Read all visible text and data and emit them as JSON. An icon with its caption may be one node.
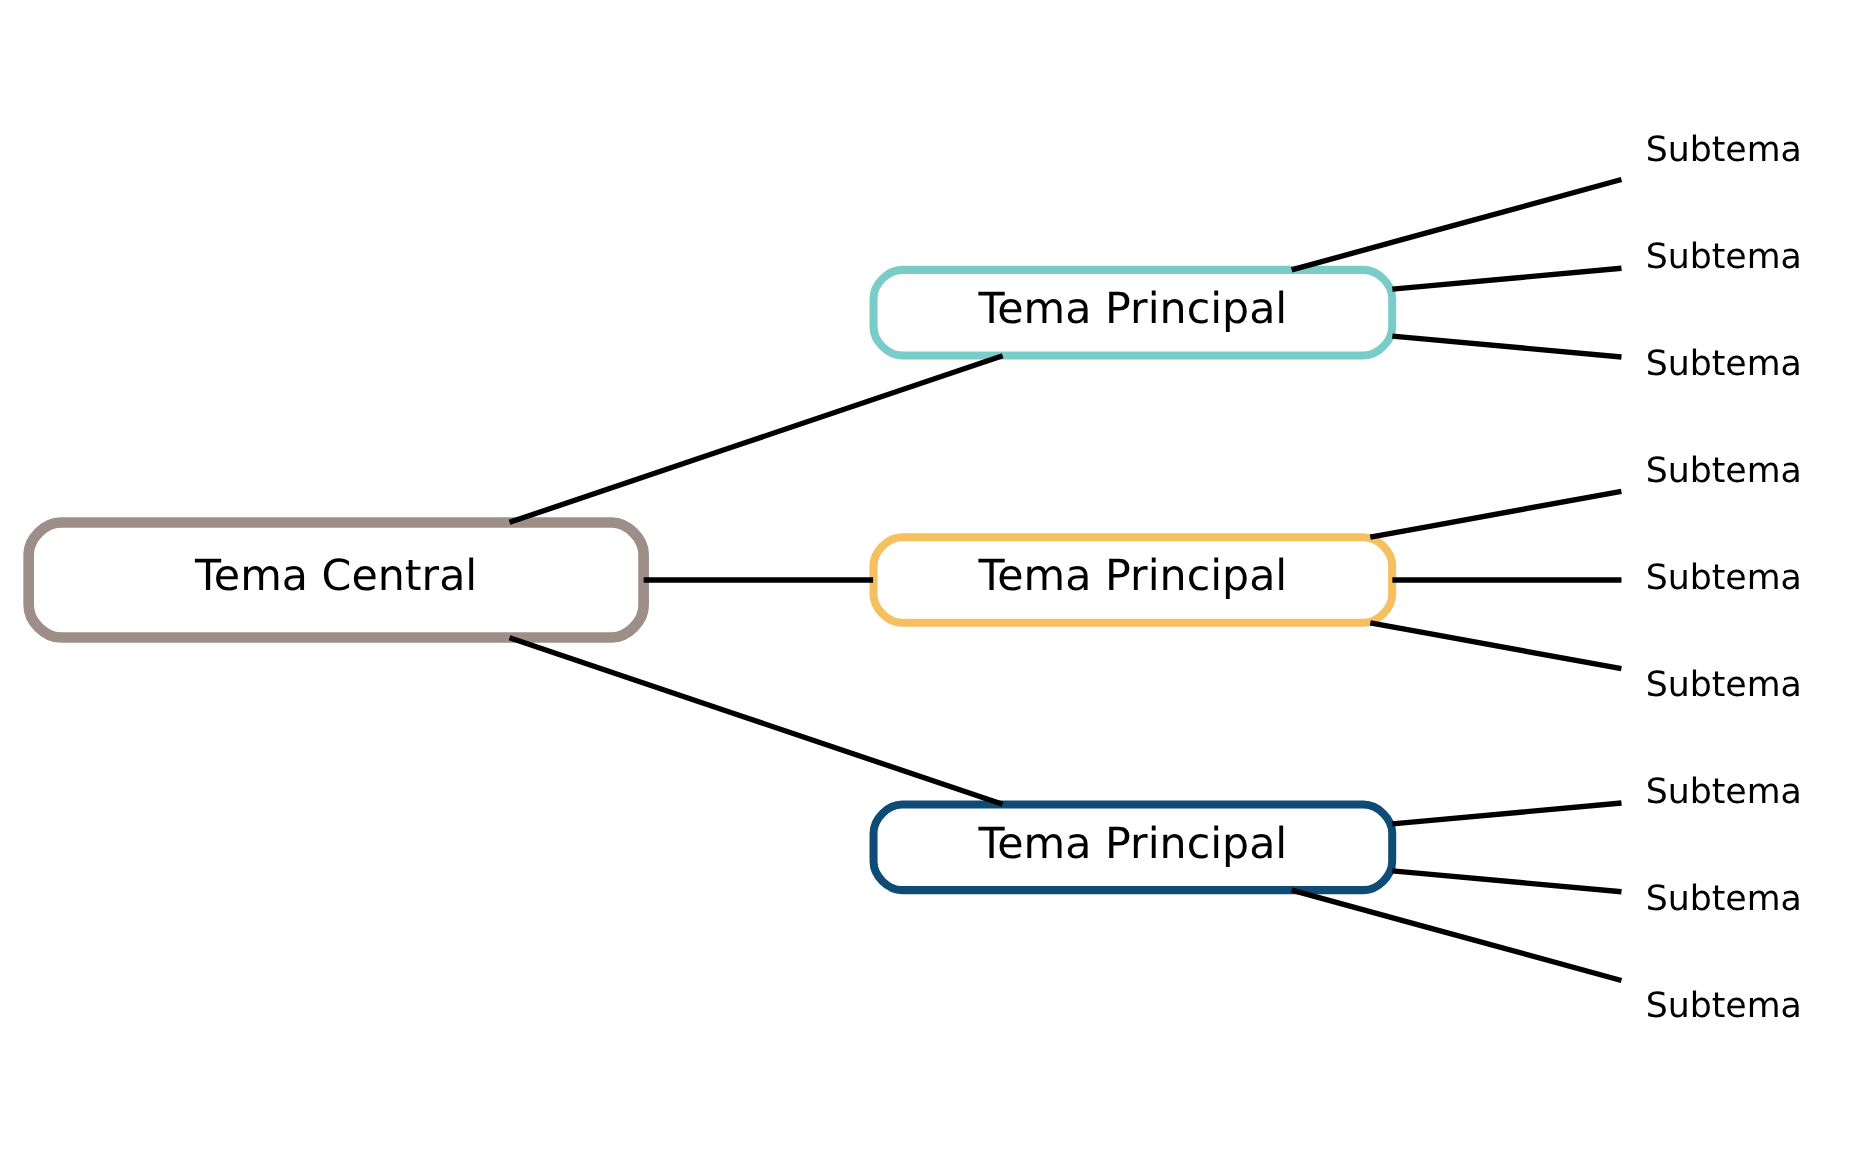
{
  "diagram": {
    "nodes": [
      {
        "text": [
          "Tema Central"
        ]
      },
      {
        "text": [
          "Tema Principal"
        ]
      },
      {
        "text": [
          "Tema Principal"
        ]
      },
      {
        "text": [
          "Tema Principal"
        ]
      },
      {
        "text": [
          "Subtema"
        ]
      },
      {
        "text": [
          "Subtema"
        ]
      },
      {
        "text": [
          "Subtema"
        ]
      },
      {
        "text": [
          "Subtema"
        ]
      },
      {
        "text": [
          "Subtema"
        ]
      },
      {
        "text": [
          "Subtema"
        ]
      },
      {
        "text": [
          "Subtema"
        ]
      },
      {
        "text": [
          "Subtema"
        ]
      },
      {
        "text": [
          "Subtema"
        ]
      }
    ],
    "edges": [
      {
        "from": 0,
        "to": 1,
        "arrow": "none"
      },
      {
        "from": 0,
        "to": 2,
        "arrow": "none"
      },
      {
        "from": 0,
        "to": 3,
        "arrow": "none"
      },
      {
        "from": 1,
        "to": 4,
        "arrow": "none"
      },
      {
        "from": 1,
        "to": 5,
        "arrow": "none"
      },
      {
        "from": 1,
        "to": 6,
        "arrow": "none"
      },
      {
        "from": 2,
        "to": 7,
        "arrow": "none"
      },
      {
        "from": 2,
        "to": 8,
        "arrow": "none"
      },
      {
        "from": 2,
        "to": 9,
        "arrow": "none"
      },
      {
        "from": 3,
        "to": 10,
        "arrow": "none"
      },
      {
        "from": 3,
        "to": 11,
        "arrow": "none"
      },
      {
        "from": 3,
        "to": 12,
        "arrow": "none"
      }
    ]
  }
}
